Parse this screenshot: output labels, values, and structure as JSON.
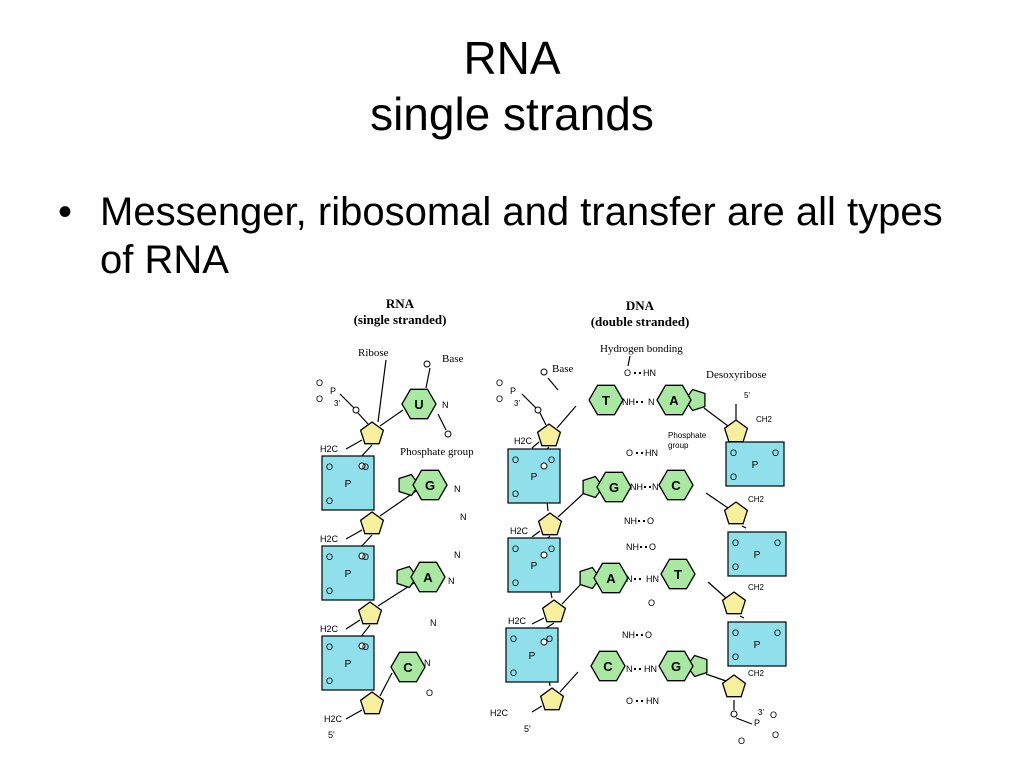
{
  "slide": {
    "title_line1": "RNA",
    "title_line2": "single strands",
    "bullets": [
      "Messenger, ribosomal and transfer are all types of RNA"
    ]
  },
  "figure": {
    "rna_heading": "RNA",
    "rna_subheading": "(single stranded)",
    "dna_heading": "DNA",
    "dna_subheading": "(double stranded)",
    "labels": {
      "ribose": "Ribose",
      "base": "Base",
      "phosphate_group": "Phosphate group",
      "hydrogen_bonding": "Hydrogen bonding",
      "desoxyribose": "Desoxyribose",
      "phosphate_group_small_1": "Phosphate",
      "phosphate_group_small_2": "group"
    },
    "chem": {
      "o": "O",
      "p": "P",
      "n": "N",
      "h2c": "H2C",
      "ch2": "CH2",
      "three_prime": "3'",
      "five_prime": "5'",
      "hn": "HN",
      "nh": "NH"
    },
    "rna_bases": [
      "U",
      "G",
      "A",
      "C"
    ],
    "dna_left_bases": [
      "T",
      "G",
      "A",
      "C"
    ],
    "dna_right_bases": [
      "A",
      "C",
      "T",
      "G"
    ],
    "colors": {
      "base_fill": "#a8e8a0",
      "sugar_fill": "#f6ef9c",
      "phosphate_fill": "#8fe0ea",
      "outline": "#000000"
    }
  }
}
